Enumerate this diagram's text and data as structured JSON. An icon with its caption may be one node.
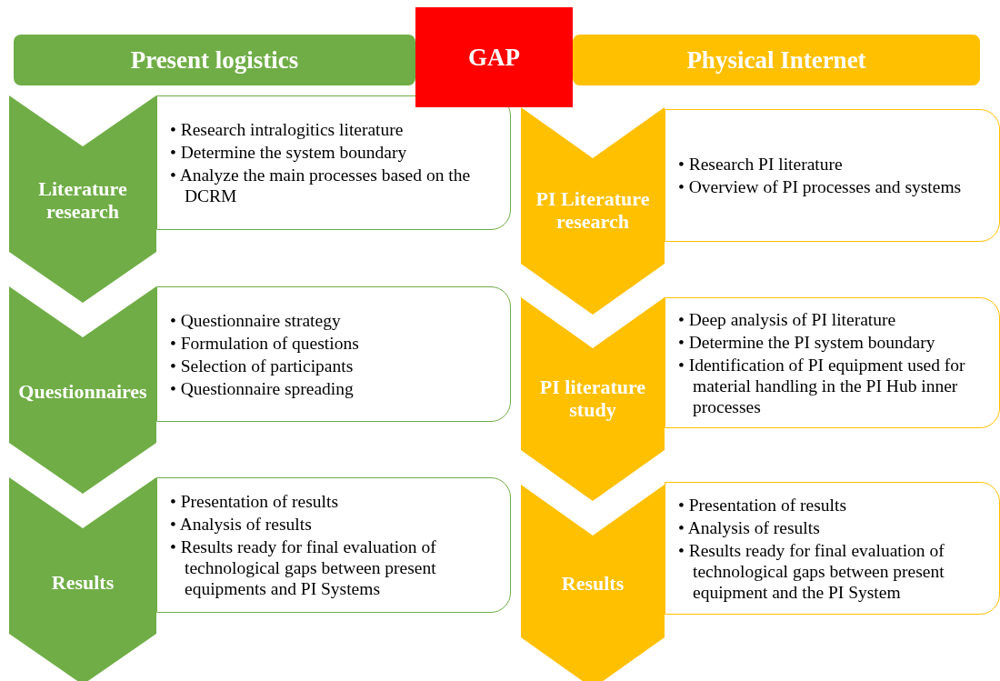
{
  "diagram": {
    "nodes": [
      {
        "text": [
          "Present logistics"
        ]
      },
      {
        "text": [
          "GAP"
        ]
      },
      {
        "text": [
          "Physical Internet"
        ]
      },
      {
        "text": [
          "Literature research"
        ]
      },
      {
        "text": [
          "• Research intralogitics literature",
          "• Determine the system boundary",
          "• Analyze the main processes based on the DCRM"
        ]
      },
      {
        "text": [
          "Questionnaires"
        ]
      },
      {
        "text": [
          "• Questionnaire strategy",
          "• Formulation of questions",
          "• Selection of participants",
          "• Questionnaire spreading"
        ]
      },
      {
        "text": [
          "Results"
        ]
      },
      {
        "text": [
          "• Presentation of results",
          "• Analysis of results",
          "• Results ready for final evaluation of technological gaps between present equipments and PI Systems"
        ]
      },
      {
        "text": [
          "PI Literature research"
        ]
      },
      {
        "text": [
          "• Research PI literature",
          "• Overview of PI processes and systems"
        ]
      },
      {
        "text": [
          "PI literature study"
        ]
      },
      {
        "text": [
          "• Deep analysis of PI literature",
          "• Determine the PI system boundary",
          "• Identification of PI equipment used for material handling in the PI Hub inner processes"
        ]
      },
      {
        "text": [
          "Results"
        ]
      },
      {
        "text": [
          "• Presentation of results",
          "• Analysis of results",
          "• Results ready for final evaluation of technological gaps between present equipment and the PI System"
        ]
      }
    ],
    "edges": []
  }
}
